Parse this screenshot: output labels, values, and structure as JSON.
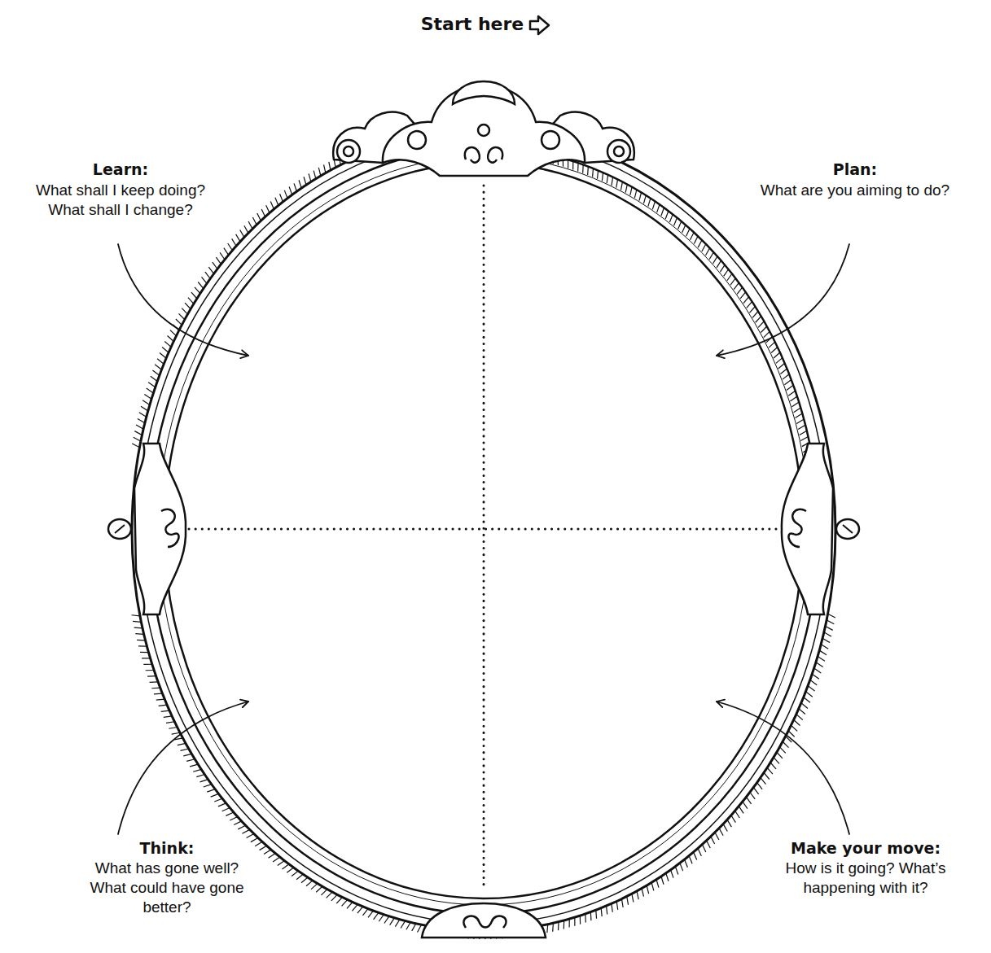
{
  "diagram": {
    "labels": [
      "Start here",
      "Learn:",
      "What shall I keep doing? What shall I change?",
      "Plan:",
      "What are you aiming to do?",
      "Think:",
      "What has gone well? What could have gone better?",
      "Make your move:",
      "How is it going? What’s happening with it?"
    ]
  }
}
